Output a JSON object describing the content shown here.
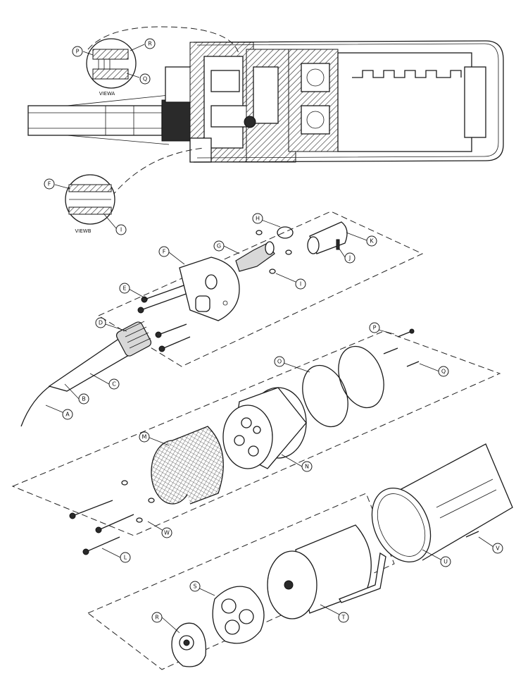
{
  "diagram": {
    "view_labels": {
      "view_a": "VIEWA",
      "view_b": "VIEWB"
    },
    "callouts": {
      "A": "A",
      "B": "B",
      "C": "C",
      "D": "D",
      "E": "E",
      "F": "F",
      "G": "G",
      "H": "H",
      "I": "I",
      "J": "J",
      "K": "K",
      "L": "L",
      "M": "M",
      "N": "N",
      "O": "O",
      "P": "P",
      "Q": "Q",
      "R": "R",
      "S": "S",
      "T": "T",
      "U": "U",
      "V": "V",
      "W": "W"
    },
    "detail_callouts": {
      "view_a_p": "P",
      "view_a_r": "R",
      "view_a_q": "Q",
      "view_b_f": "F",
      "view_b_i": "I"
    }
  }
}
